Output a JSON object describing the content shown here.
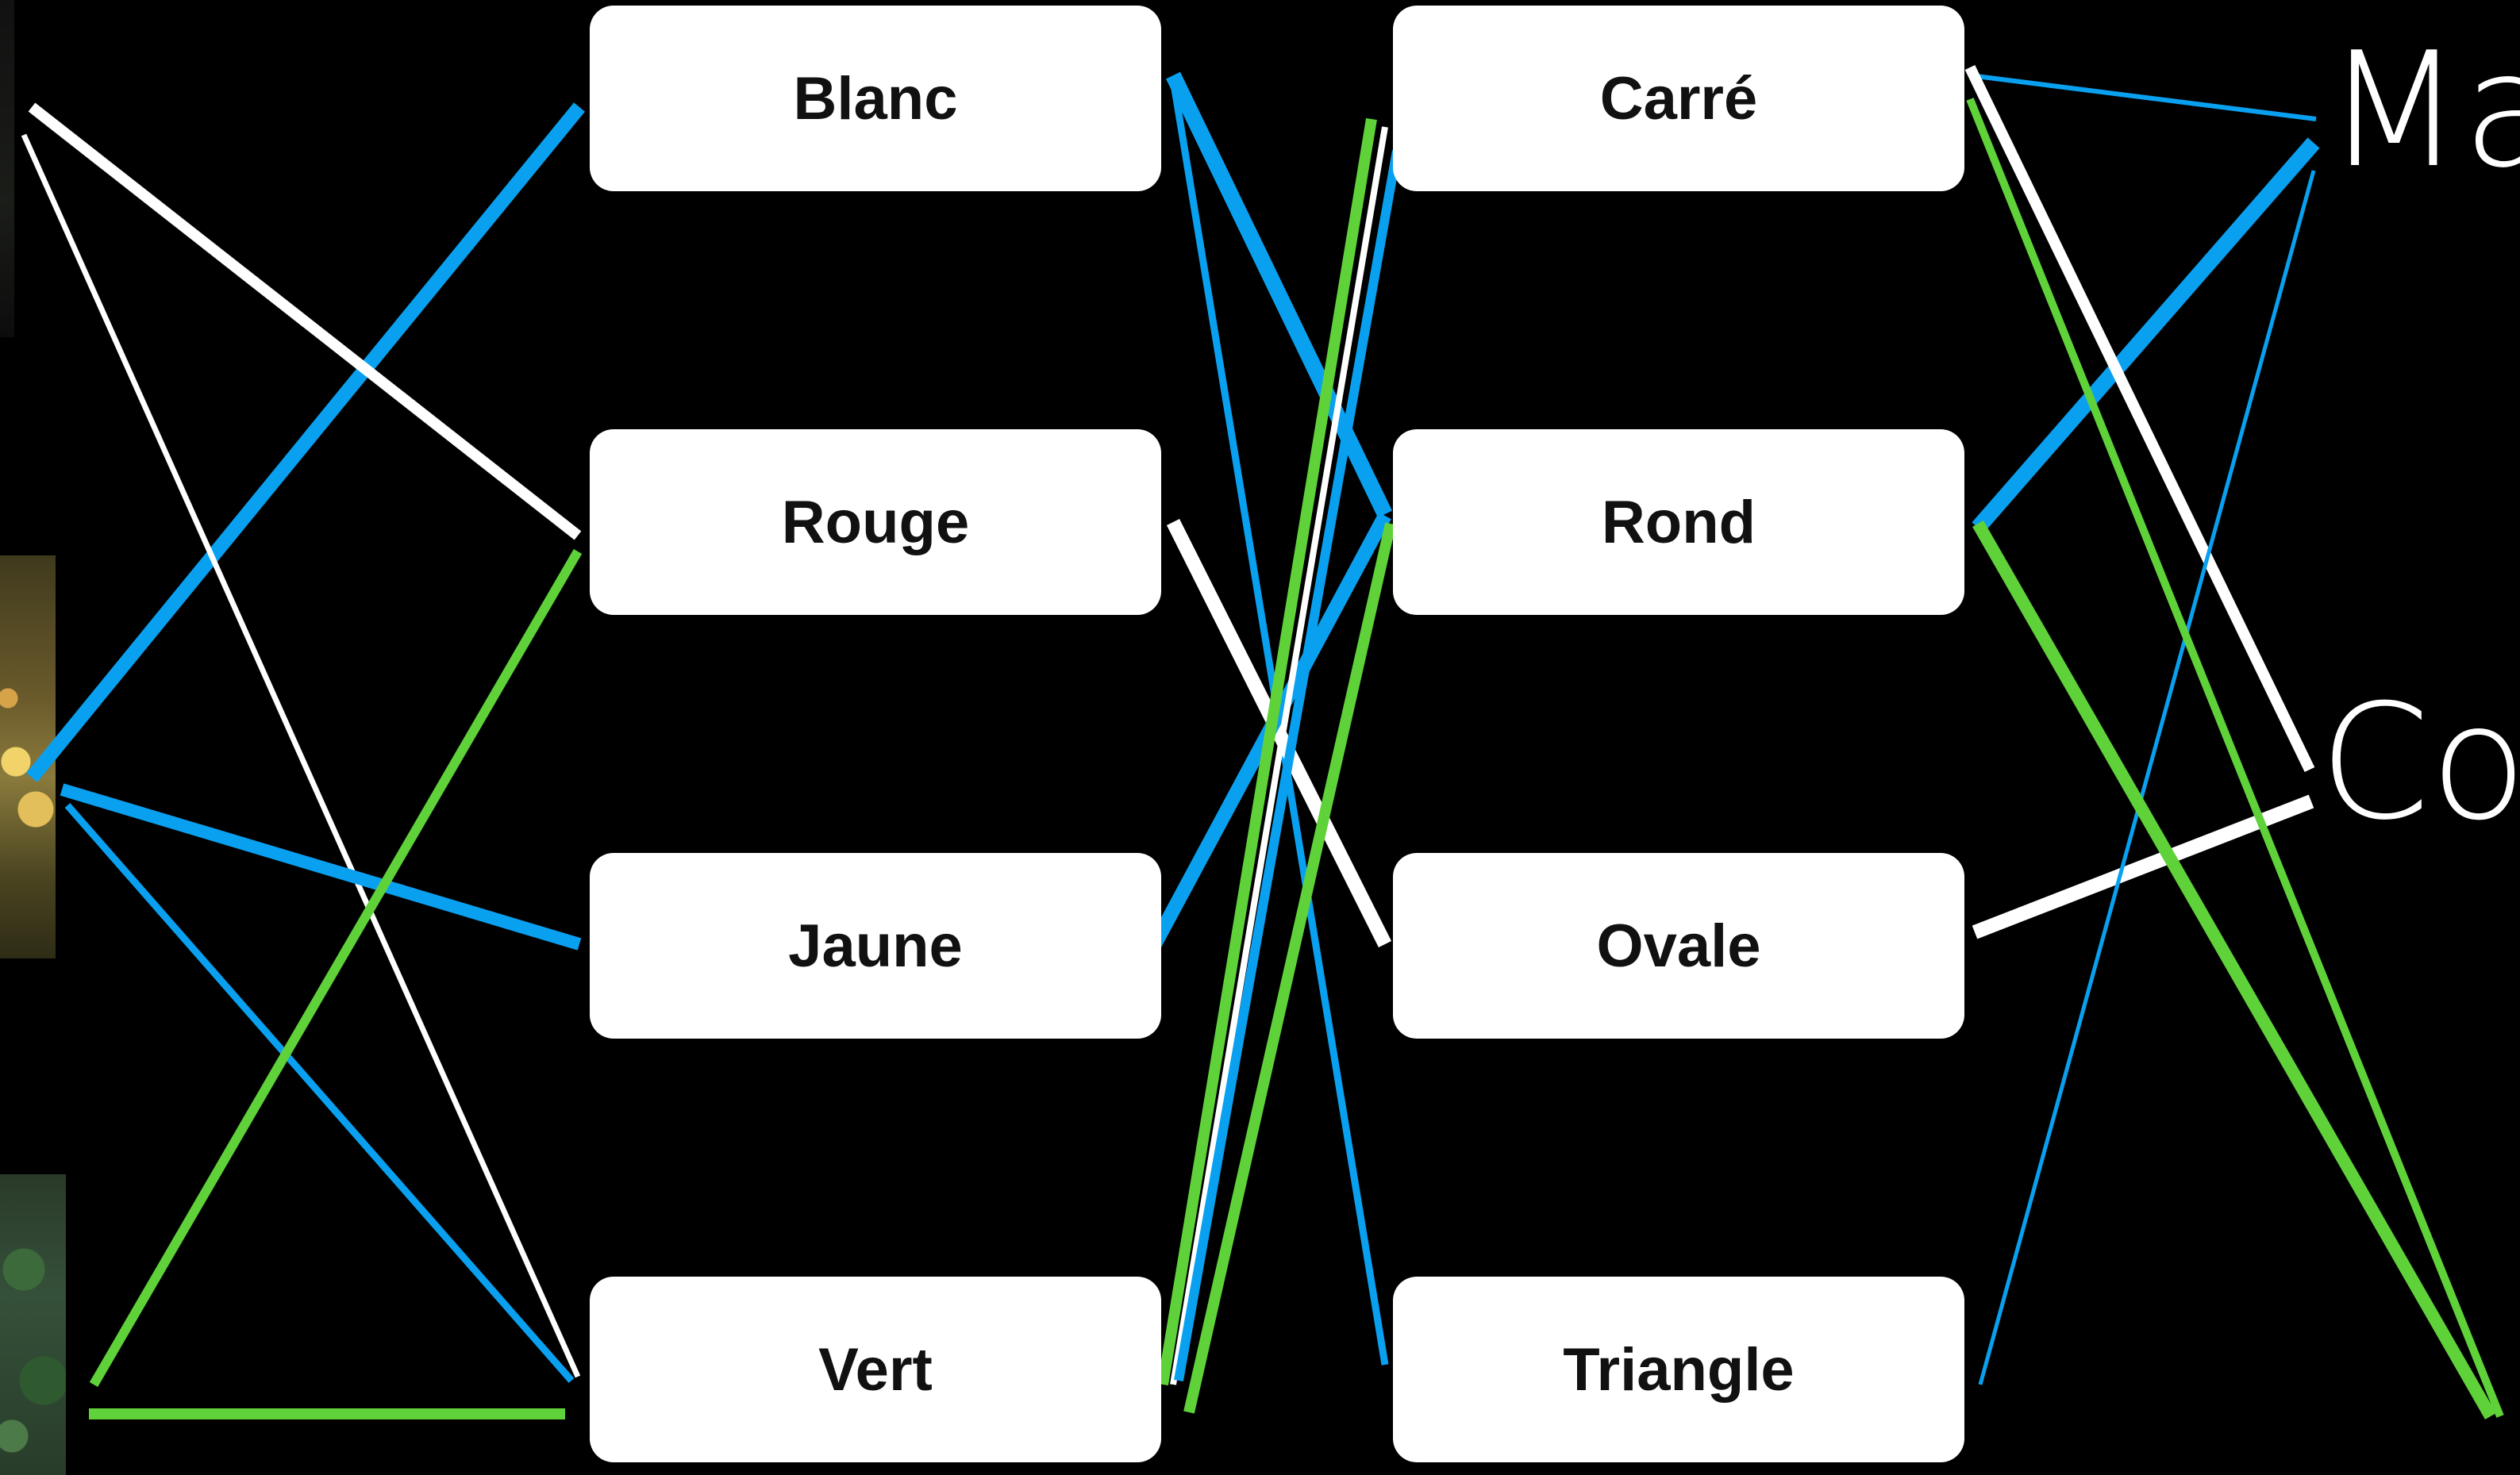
{
  "colors": {
    "background": "#000000",
    "box": "#ffffff",
    "box_text": "#111111",
    "blue": "#0aa0f0",
    "white": "#ffffff",
    "green": "#5fd23a"
  },
  "photos": [
    "dark-photo",
    "flower-photo",
    "leaves-photo"
  ],
  "colors_column": {
    "items": [
      "Blanc",
      "Rouge",
      "Jaune",
      "Vert"
    ]
  },
  "shapes_column": {
    "items": [
      "Carré",
      "Rond",
      "Ovale",
      "Triangle"
    ]
  },
  "right_labels": {
    "top": "Ma",
    "middle": "Co"
  }
}
